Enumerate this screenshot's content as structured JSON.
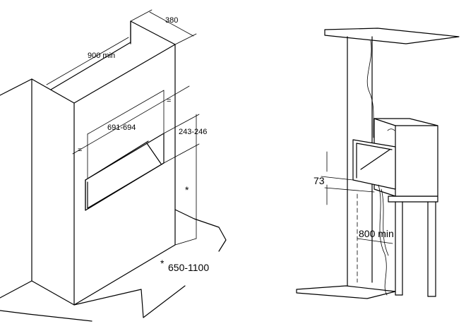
{
  "left_diagram": {
    "depth_dim": "380",
    "width_min_dim": "900 min",
    "niche_width_dim": "691-694",
    "niche_height_dim": "243-246",
    "equal_mark": "=",
    "asterisk": "*",
    "floor_height_dim": "650-1100"
  },
  "right_diagram": {
    "gap_dim": "73",
    "floor_clearance_dim": "800 min"
  }
}
